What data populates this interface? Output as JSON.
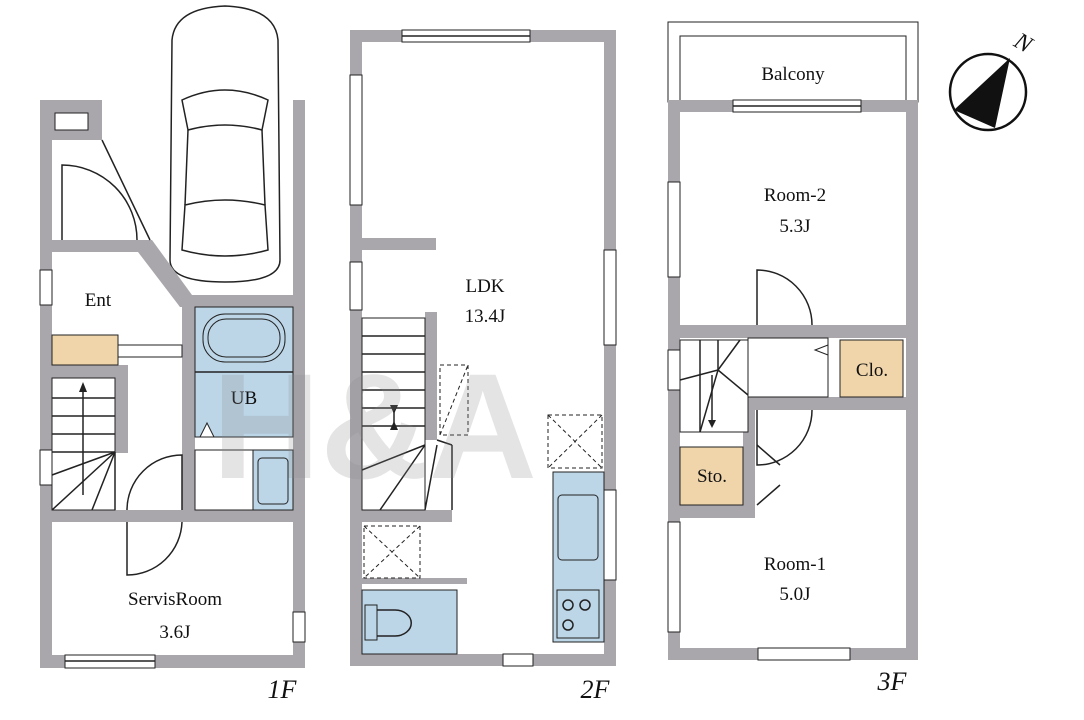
{
  "colors": {
    "wall": "#a9a7ac",
    "wet_area": "#bcd5e7",
    "storage": "#f0d5ab",
    "line": "#222222"
  },
  "watermark": "H&A",
  "compass": {
    "label": "N",
    "icon": "north-arrow-icon"
  },
  "floors": [
    {
      "label": "1F",
      "rooms": [
        {
          "name": "Ent"
        },
        {
          "name": "UB"
        },
        {
          "name": "ServisRoom",
          "size": "3.6J"
        }
      ]
    },
    {
      "label": "2F",
      "rooms": [
        {
          "name": "LDK",
          "size": "13.4J"
        }
      ]
    },
    {
      "label": "3F",
      "rooms": [
        {
          "name": "Balcony"
        },
        {
          "name": "Room-2",
          "size": "5.3J"
        },
        {
          "name": "Clo."
        },
        {
          "name": "Sto."
        },
        {
          "name": "Room-1",
          "size": "5.0J"
        }
      ]
    }
  ]
}
